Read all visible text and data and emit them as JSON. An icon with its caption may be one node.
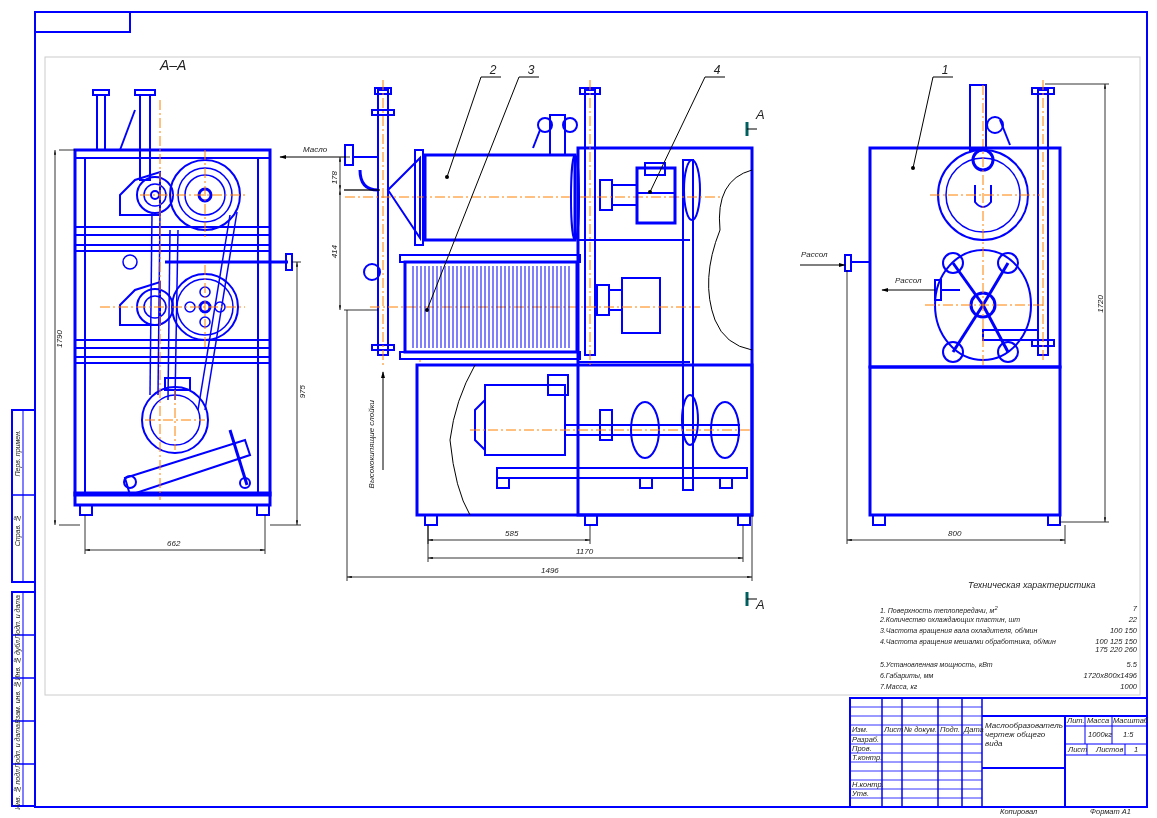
{
  "diagram": {
    "nodes": [
      {
        "text": [
          "1"
        ]
      },
      {
        "text": [],
        "shape": "box"
      },
      {
        "text": [
          "2"
        ]
      },
      {
        "text": [],
        "shape": "cylinder"
      },
      {
        "text": [
          "3"
        ]
      },
      {
        "text": [],
        "shape": "box"
      },
      {
        "text": [
          "4"
        ]
      },
      {
        "text": [],
        "shape": "box"
      }
    ],
    "edges": [
      {
        "from": 0,
        "to": 1,
        "arrow": "other"
      },
      {
        "from": 2,
        "to": 3,
        "arrow": "other"
      },
      {
        "from": 4,
        "to": 5,
        "arrow": "other"
      },
      {
        "from": 6,
        "to": 7,
        "arrow": "other"
      }
    ],
    "labels": [
      "А–А",
      "Масло",
      "А",
      "1790",
      "178",
      "414",
      "975",
      "Высококипящие слойки",
      "Рассол",
      "Рассол",
      "1720",
      "662",
      "585",
      "1170",
      "1496",
      "800",
      "Техническая характеристика",
      "1. Поверхность теплопередачи, м$^{2}$",
      "7",
      "2.Количество охлаждающих пластин, шт",
      "22",
      "3.Частота вращения вала охладителя, об/мин",
      "100 150",
      "4.Частота вращения мешалки обработника, об/мин",
      "100 125 150 175 220 260",
      "5.Установленная мощность, кВт",
      "5.5",
      "6.Габариты, мм",
      "1720х800х1496",
      "7.Масса, кг",
      "1000",
      "А",
      "Изм.",
      "Лист",
      "№ докум.",
      "Подп.",
      "Дата",
      "Маслообразователь чертеж общего вида",
      "Лит.",
      "Масса",
      "Масштаб",
      "Разраб.",
      "Пров.",
      "1000кг",
      "1:5",
      "Т.контр.",
      "Лист",
      "Листов",
      "1",
      "Н.контр.",
      "Утв.",
      "Копировал",
      "Формат A1",
      "Перв. примен.",
      "Справ. №",
      "Подп. и дата",
      "Инв. № дубл.",
      "Взам. инв. №",
      "Подп. и дата",
      "Инв. № подл."
    ]
  }
}
